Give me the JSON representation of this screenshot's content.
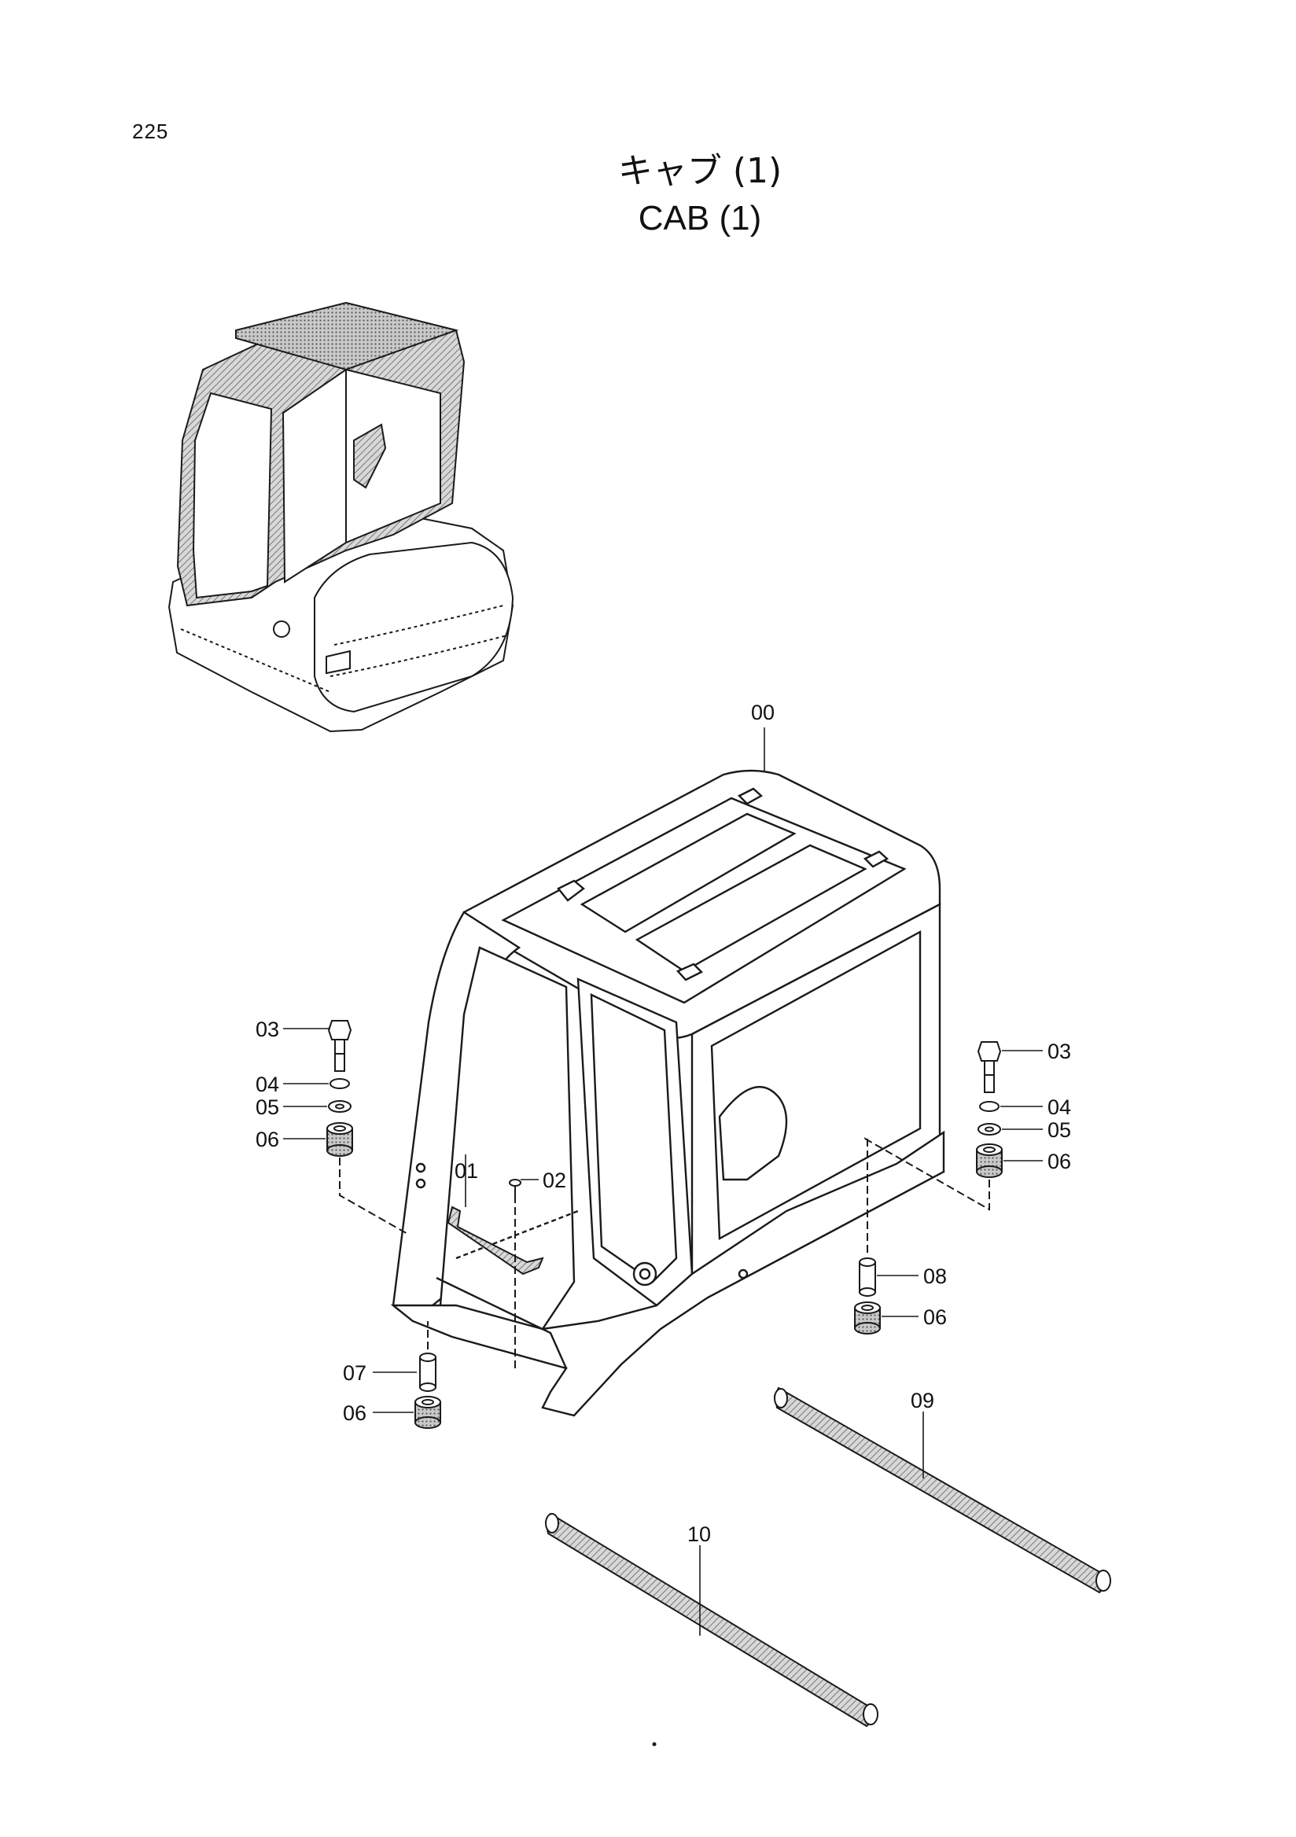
{
  "page": {
    "number": "225"
  },
  "title": {
    "japanese": "キャブ (1)",
    "english": "CAB (1)"
  },
  "callouts": {
    "c00": "00",
    "c01": "01",
    "c02": "02",
    "c03_left": "03",
    "c04_left": "04",
    "c05_left": "05",
    "c06_left": "06",
    "c03_right": "03",
    "c04_right": "04",
    "c05_right": "05",
    "c06_right": "06",
    "c07": "07",
    "c06_bottom_left": "06",
    "c08": "08",
    "c06_bottom_right": "06",
    "c09": "09",
    "c10": "10"
  },
  "colors": {
    "line": "#1a1a1a",
    "hatch": "#9a9a9a",
    "paper": "#ffffff"
  }
}
